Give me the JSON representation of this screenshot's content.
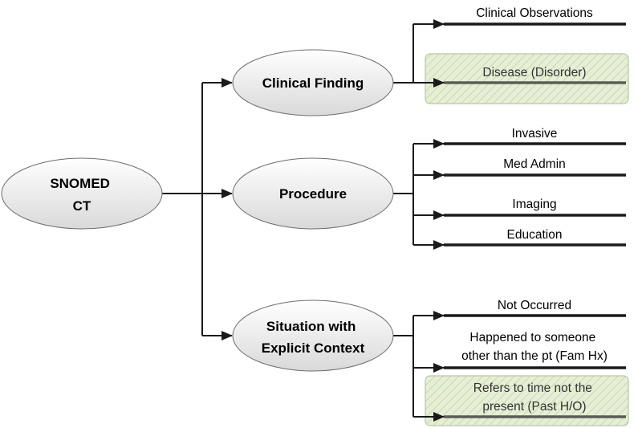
{
  "root": {
    "lines": [
      "SNOMED",
      "CT"
    ]
  },
  "categories": [
    {
      "lines": [
        "Clinical Finding"
      ],
      "children": [
        {
          "lines": [
            "Clinical Observations"
          ],
          "highlighted": false
        },
        {
          "lines": [
            "Disease (Disorder)"
          ],
          "highlighted": true
        }
      ]
    },
    {
      "lines": [
        "Procedure"
      ],
      "children": [
        {
          "lines": [
            "Invasive"
          ],
          "highlighted": false
        },
        {
          "lines": [
            "Med Admin"
          ],
          "highlighted": false
        },
        {
          "lines": [
            "Imaging"
          ],
          "highlighted": false
        },
        {
          "lines": [
            "Education"
          ],
          "highlighted": false
        }
      ]
    },
    {
      "lines": [
        "Situation with",
        "Explicit Context"
      ],
      "children": [
        {
          "lines": [
            "Not Occurred"
          ],
          "highlighted": false
        },
        {
          "lines": [
            "Happened to someone",
            "other than the pt (Fam Hx)"
          ],
          "highlighted": false
        },
        {
          "lines": [
            "Refers to time not the",
            "present (Past H/O)"
          ],
          "highlighted": true
        }
      ]
    }
  ],
  "colors": {
    "line": "#1a1a1a",
    "ellipse_fill_top": "#ffffff",
    "ellipse_fill_bottom": "#d9d9d9",
    "highlight_fill": "#e6efd6",
    "highlight_border": "#b9c99a"
  }
}
